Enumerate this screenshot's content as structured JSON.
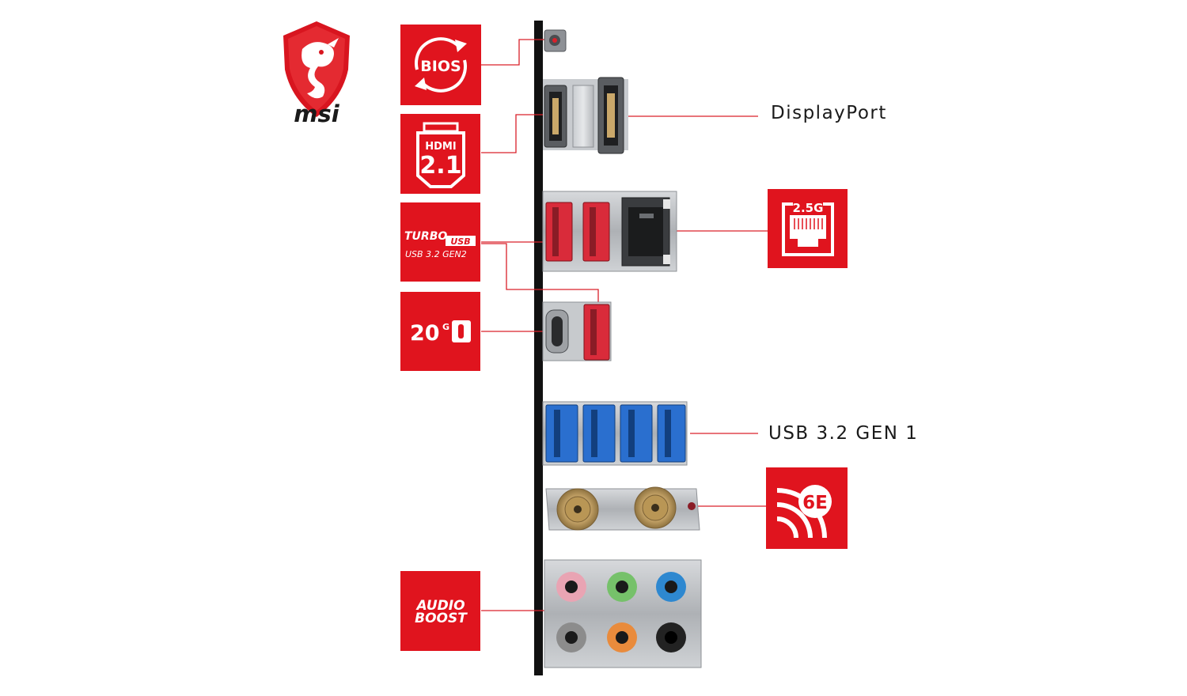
{
  "brand": {
    "name": "msi",
    "accent": "#e0141e"
  },
  "feature_badges": {
    "bios": {
      "text": "BIOS"
    },
    "hdmi": {
      "line1": "HDMI",
      "line2": "2.1"
    },
    "turbo_usb": {
      "line1": "TURBO",
      "line2": "USB",
      "line3": "USB 3.2 GEN2"
    },
    "usb_20g": {
      "text": "20",
      "superscript": "G"
    },
    "lan": {
      "text": "2.5G"
    },
    "wifi": {
      "text": "6E"
    },
    "audio_boost": {
      "line1": "AUDIO",
      "line2": "BOOST"
    }
  },
  "port_labels": {
    "displayport": "DisplayPort",
    "usb_gen1": "USB 3.2 GEN 1"
  },
  "colors": {
    "badge_red": "#e0141e",
    "usb_gen2_red": "#d92b3a",
    "usb_gen1_blue": "#2a6fcf",
    "panel_grey": "#b9bcc0",
    "backplate_black": "#111111",
    "connector_line": "#d9202a",
    "antenna_gold": "#c8a66a",
    "audio_pink": "#e9a4b3",
    "audio_green": "#76c16a",
    "audio_blue": "#2e88d0",
    "audio_grey": "#8c8c8c",
    "audio_orange": "#e98b3c",
    "audio_black": "#222222"
  }
}
